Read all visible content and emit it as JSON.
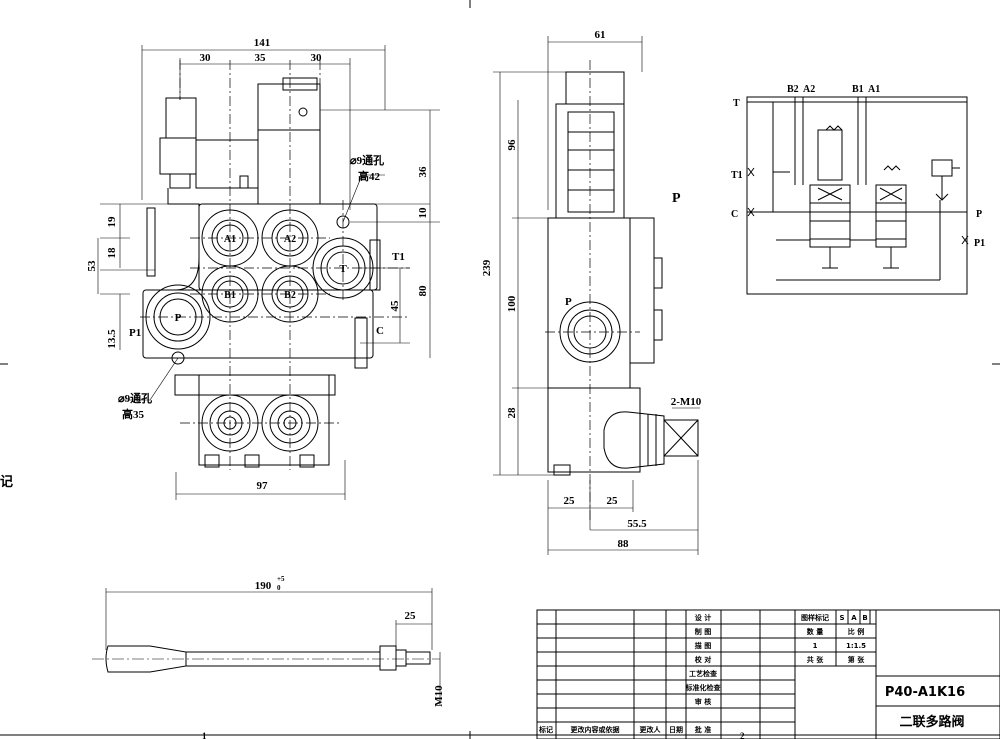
{
  "front_view": {
    "dims": {
      "width_total": "141",
      "w_left": "30",
      "w_mid": "35",
      "w_right": "30",
      "top_right": "36",
      "gap": "10",
      "right_80": "80",
      "right_45": "45",
      "left_19": "19",
      "left_18": "18",
      "left_53": "53",
      "left_13_5": "13.5",
      "bottom_97": "97"
    },
    "ports": {
      "a1": "A1",
      "a2": "A2",
      "b1": "B1",
      "b2": "B2",
      "t": "T",
      "p": "P",
      "t1": "T1",
      "c": "C",
      "p1": "P1"
    },
    "hole_top": {
      "line1": "⌀9通孔",
      "line2": "高42"
    },
    "hole_bottom": {
      "line1": "⌀9通孔",
      "line2": "高35"
    }
  },
  "side_view": {
    "dims": {
      "top_61": "61",
      "d96": "96",
      "d239": "239",
      "d100": "100",
      "d28": "28",
      "b25a": "25",
      "b25b": "25",
      "b55_5": "55.5",
      "b88": "88",
      "m10": "2-M10"
    },
    "port_p": "P",
    "label_p_right": "P"
  },
  "handle_view": {
    "length": "190",
    "tol": "+5",
    "tol0": "0",
    "end": "25",
    "thread": "M10"
  },
  "schematic": {
    "b2": "B2",
    "a2": "A2",
    "b1": "B1",
    "a1": "A1",
    "t": "T",
    "t1": "T1",
    "c": "C",
    "p": "P",
    "p1": "P1"
  },
  "title_block": {
    "rows": [
      "设  计",
      "制  图",
      "描  图",
      "校  对",
      "工艺检查",
      "标准化检查",
      "审  核",
      "批  准"
    ],
    "footer": {
      "mark": "标记",
      "content": "更改内容或依据",
      "person": "更改人",
      "date": "日期",
      "approve": "批  准"
    },
    "stage": "图样标记",
    "s": "S",
    "a": "A",
    "b": "B",
    "qty": "数  量",
    "ratio": "比  例",
    "qty_v": "1",
    "ratio_v": "1:1.5",
    "sheets": "共  张",
    "sheet_n": "第  张",
    "model": "P40-A1K16",
    "name": "二联多路阀"
  },
  "edge": {
    "left_char": "记",
    "bottom_1": "1",
    "bottom_2": "2"
  }
}
